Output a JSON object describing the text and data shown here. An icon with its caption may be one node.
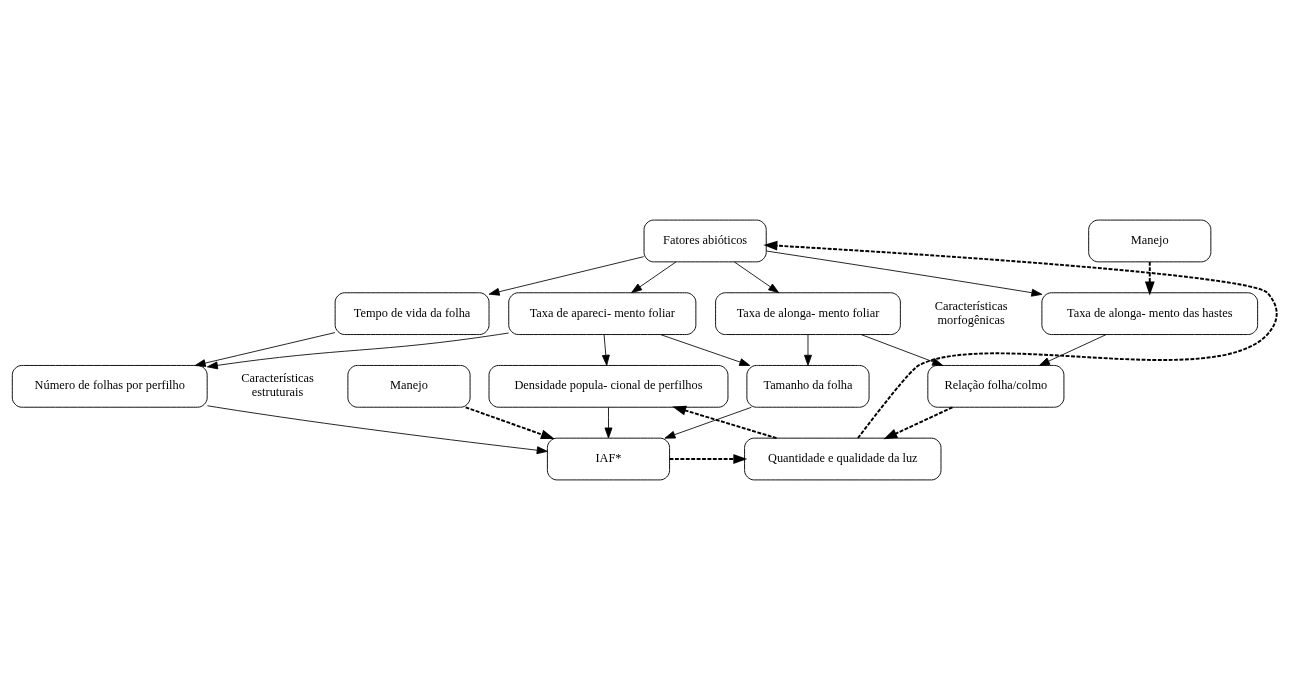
{
  "diagram": {
    "nodes": [
      {
        "text": [
          "Manejo"
        ]
      },
      {
        "text": [
          "Fatores abióticos"
        ]
      },
      {
        "text": [
          "Taxa de alonga- mento das hastes"
        ]
      },
      {
        "text": [
          "Taxa de alonga- mento foliar"
        ]
      },
      {
        "text": [
          "Taxa de apareci- mento foliar"
        ]
      },
      {
        "text": [
          "Tempo de vida da folha"
        ]
      },
      {
        "text": [
          "Relação folha/colmo"
        ]
      },
      {
        "text": [
          "Tamanho da folha"
        ]
      },
      {
        "text": [
          "Densidade popula- cional de perfilhos"
        ]
      },
      {
        "text": [
          "Número de folhas por perfilho"
        ]
      },
      {
        "text": [
          "Quantidade e qualidade da luz"
        ]
      },
      {
        "text": [
          "IAF*"
        ]
      },
      {
        "text": [
          "Manejo"
        ]
      }
    ],
    "edges": [
      {
        "from": 0,
        "to": 2,
        "arrow": "to",
        "style": "dashed"
      },
      {
        "from": 1,
        "to": 2,
        "arrow": "to"
      },
      {
        "from": 1,
        "to": 3,
        "arrow": "to"
      },
      {
        "from": 1,
        "to": 4,
        "arrow": "to"
      },
      {
        "from": 1,
        "to": 5,
        "arrow": "to"
      },
      {
        "from": 2,
        "to": 6,
        "arrow": "to"
      },
      {
        "from": 3,
        "to": 6,
        "arrow": "to"
      },
      {
        "from": 3,
        "to": 7,
        "arrow": "to"
      },
      {
        "from": 4,
        "to": 7,
        "arrow": "to"
      },
      {
        "from": 4,
        "to": 8,
        "arrow": "to"
      },
      {
        "from": 4,
        "to": 9,
        "arrow": "to"
      },
      {
        "from": 5,
        "to": 9,
        "arrow": "to"
      },
      {
        "from": 6,
        "to": 10,
        "arrow": "to",
        "style": "dashed"
      },
      {
        "from": 7,
        "to": 11,
        "arrow": "to"
      },
      {
        "from": 8,
        "to": 11,
        "arrow": "to"
      },
      {
        "from": 9,
        "to": 11,
        "arrow": "to"
      },
      {
        "from": 11,
        "to": 10,
        "arrow": "to",
        "style": "dashed"
      },
      {
        "from": 10,
        "to": 8,
        "arrow": "to",
        "style": "dashed"
      },
      {
        "from": 10,
        "to": 1,
        "arrow": "to",
        "style": "dashed"
      },
      {
        "from": 12,
        "to": 11,
        "arrow": "to",
        "style": "dashed"
      }
    ],
    "labels": [
      "Características morfogênicas",
      "Características estruturais"
    ]
  }
}
